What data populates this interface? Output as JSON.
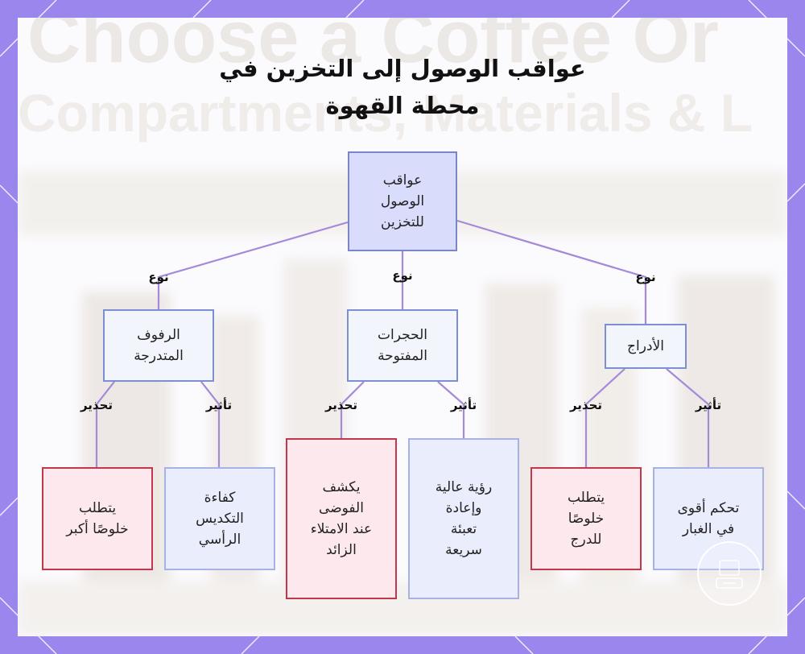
{
  "title": {
    "line1": "عواقب الوصول إلى التخزين في",
    "line2": "محطة القهوة"
  },
  "background": {
    "line1": "Choose a Coffee Or",
    "line2": "Compartments, Materials & L"
  },
  "colors": {
    "frame": "#9b86ee",
    "edge": "#a48ad8",
    "root_fill": "#dadcfb",
    "warn_border": "#c4364a",
    "warn_fill": "#fde8ee",
    "effect_fill": "#eaedfc"
  },
  "nodes": {
    "root": {
      "lines": [
        "عواقب",
        "الوصول",
        "للتخزين"
      ]
    },
    "tiered_shelves": {
      "lines": [
        "الرفوف",
        "المتدرجة"
      ]
    },
    "open_compartments": {
      "lines": [
        "الحجرات",
        "المفتوحة"
      ]
    },
    "drawers": {
      "lines": [
        "الأدراج"
      ]
    },
    "shelves_warning": {
      "lines": [
        "يتطلب",
        "خلوصًا أكبر"
      ]
    },
    "shelves_effect": {
      "lines": [
        "كفاءة",
        "التكديس",
        "الرأسي"
      ]
    },
    "compartments_warning": {
      "lines": [
        "يكشف",
        "الفوضى",
        "عند الامتلاء",
        "الزائد"
      ]
    },
    "compartments_effect": {
      "lines": [
        "رؤية عالية",
        "وإعادة",
        "تعبئة",
        "سريعة"
      ]
    },
    "drawers_warning": {
      "lines": [
        "يتطلب",
        "خلوصًا",
        "للدرج"
      ]
    },
    "drawers_effect": {
      "lines": [
        "تحكم أقوى",
        "في الغبار"
      ]
    }
  },
  "edge_labels": {
    "type_left": "نوع",
    "type_center": "نوع",
    "type_right": "نوع",
    "shelves_warning": "تحذير",
    "shelves_effect": "تأثير",
    "compartments_warning": "تحذير",
    "compartments_effect": "تأثير",
    "drawers_warning": "تحذير",
    "drawers_effect": "تأثير"
  }
}
